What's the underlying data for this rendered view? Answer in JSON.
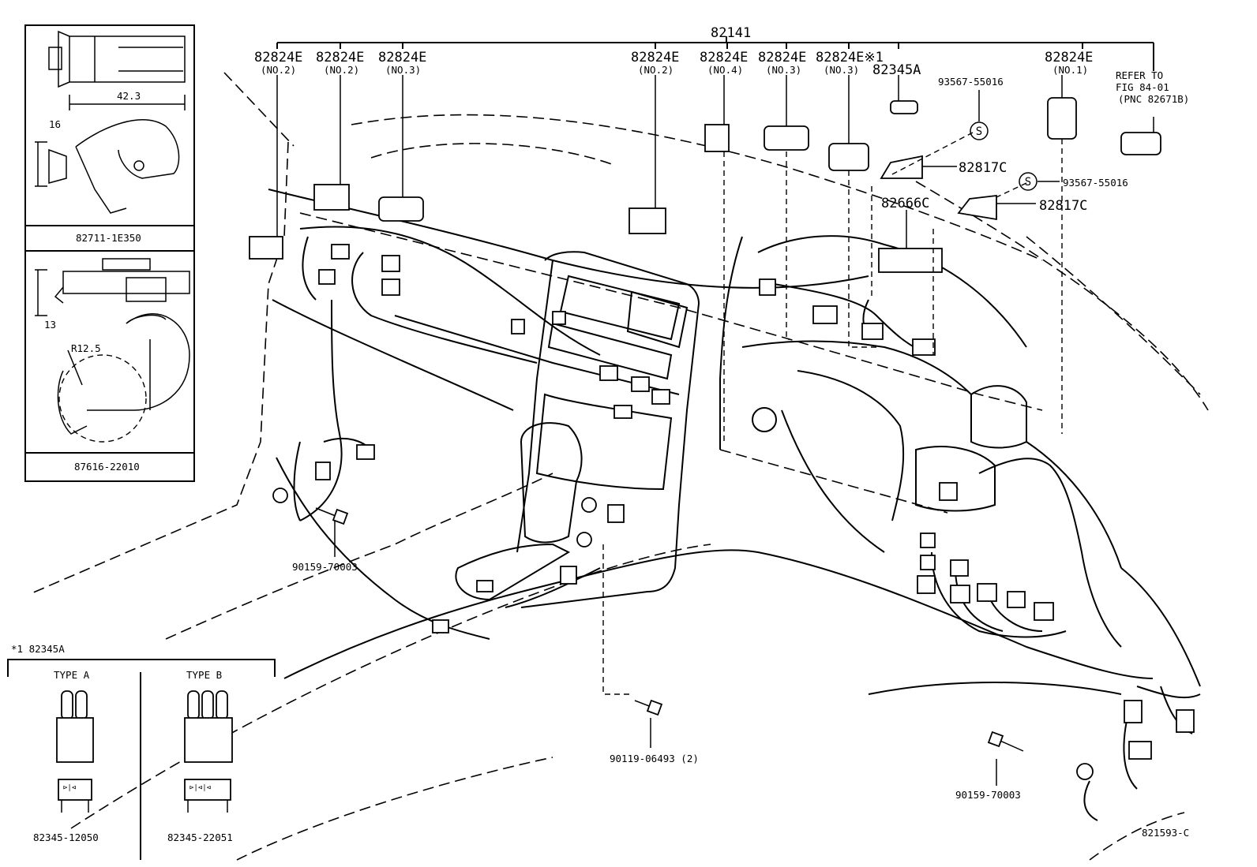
{
  "diagram": {
    "diagram_code": "821593-C",
    "harness_main": "82141",
    "callouts": [
      {
        "part": "82824E",
        "sub": "(NO.2)"
      },
      {
        "part": "82824E",
        "sub": "(NO.2)"
      },
      {
        "part": "82824E",
        "sub": "(NO.3)"
      },
      {
        "part": "82824E",
        "sub": "(NO.2)"
      },
      {
        "part": "82824E",
        "sub": "(NO.4)"
      },
      {
        "part": "82824E",
        "sub": "(NO.3)"
      },
      {
        "part": "82824E※1",
        "sub": "(NO.3)"
      },
      {
        "part": "82824E",
        "sub": "(NO.1)"
      }
    ],
    "relay_label": "82345A",
    "screw_top": "93567-55016",
    "screw_right": "93567-55016",
    "bracket_a": "82817C",
    "bracket_b": "82817C",
    "junction_label": "82666C",
    "refer_note": [
      "REFER TO",
      "FIG 84-01",
      "(PNC 82671B)"
    ],
    "bolt_left": "90159-70003",
    "bolt_center": "90119-06493 (2)",
    "bolt_right": "90159-70003",
    "inset_clip": {
      "part_no": "82711-1E350",
      "dim_length": "42.3",
      "dim_height": "16"
    },
    "inset_band": {
      "part_no": "87616-22010",
      "dim_height": "13",
      "dim_radius": "R12.5"
    },
    "relay_types": {
      "note": "*1 82345A",
      "type_a": {
        "label": "TYPE A",
        "part_no": "82345-12050"
      },
      "type_b": {
        "label": "TYPE B",
        "part_no": "82345-22051"
      }
    }
  }
}
